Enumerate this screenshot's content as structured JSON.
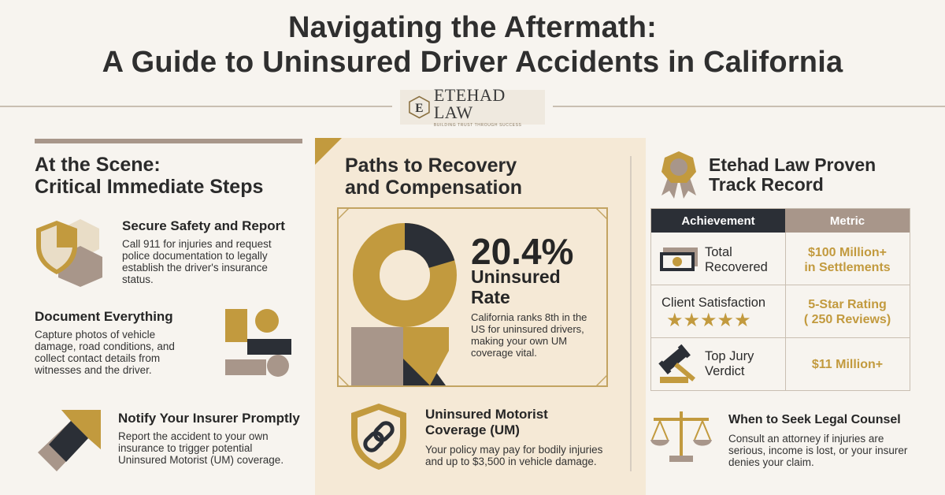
{
  "header": {
    "title_line1": "Navigating the Aftermath:",
    "title_line2": "A Guide to Uninsured Driver Accidents in California",
    "logo_name": "ETEHAD LAW",
    "logo_tagline": "BUILDING TRUST THROUGH SUCCESS",
    "logo_initial": "E"
  },
  "scene": {
    "title_line1": "At the Scene:",
    "title_line2": "Critical Immediate Steps",
    "steps": [
      {
        "heading": "Secure Safety and Report",
        "lines": [
          "Call 911 for injuries and request",
          "police documentation to legally",
          "establish the driver's insurance",
          "status."
        ]
      },
      {
        "heading": "Document Everything",
        "lines": [
          "Capture photos of vehicle",
          "damage, road conditions, and",
          "collect contact details from",
          "witnesses and the driver."
        ]
      },
      {
        "heading": "Notify Your Insurer Promptly",
        "lines": [
          "Report the accident to your own",
          "insurance to trigger potential",
          "Uninsured Motorist (UM) coverage."
        ]
      }
    ]
  },
  "recovery": {
    "title_line1": "Paths to Recovery",
    "title_line2": "and Compensation",
    "stat_value": "20.4%",
    "stat_label_line1": "Uninsured",
    "stat_label_line2": "Rate",
    "stat_share": 0.204,
    "stat_desc": [
      "California ranks 8th in the",
      "US for uninsured drivers,",
      "making your own UM",
      "coverage vital."
    ],
    "um_title_line1": "Uninsured Motorist",
    "um_title_line2": "Coverage (UM)",
    "um_desc": [
      "Your policy may pay for bodily injuries",
      "and up to $3,500 in vehicle damage."
    ]
  },
  "record": {
    "title_line1": "Etehad Law Proven",
    "title_line2": "Track Record",
    "columns": [
      "Achievement",
      "Metric"
    ],
    "rows": [
      {
        "achievement": [
          "Total",
          "Recovered"
        ],
        "metric": [
          "$100 Million+",
          "in Settlements"
        ]
      },
      {
        "achievement": [
          "Client Satisfaction"
        ],
        "metric": [
          "5-Star Rating",
          "( 250 Reviews)"
        ],
        "stars": 5
      },
      {
        "achievement": [
          "Top Jury",
          "Verdict"
        ],
        "metric": [
          "$11 Million+"
        ]
      }
    ],
    "counsel_title": "When to Seek Legal Counsel",
    "counsel_desc": [
      "Consult an attorney if injuries are",
      "serious, income is lost, or your insurer",
      "denies your claim."
    ]
  },
  "colors": {
    "gold": "#c29a3e",
    "taupe": "#a8968a",
    "dark": "#2b2f36",
    "panel": "#f5e9d6",
    "table_header_dark": "#2b2f36",
    "table_header_taupe": "#a8968a"
  },
  "icons": [
    "shield-icon",
    "blocks-icon",
    "arrow-icon",
    "award-ribbon-icon",
    "donut-chart-icon",
    "shield-chain-icon",
    "money-icon",
    "gavel-icon",
    "scales-icon",
    "star-icon"
  ]
}
